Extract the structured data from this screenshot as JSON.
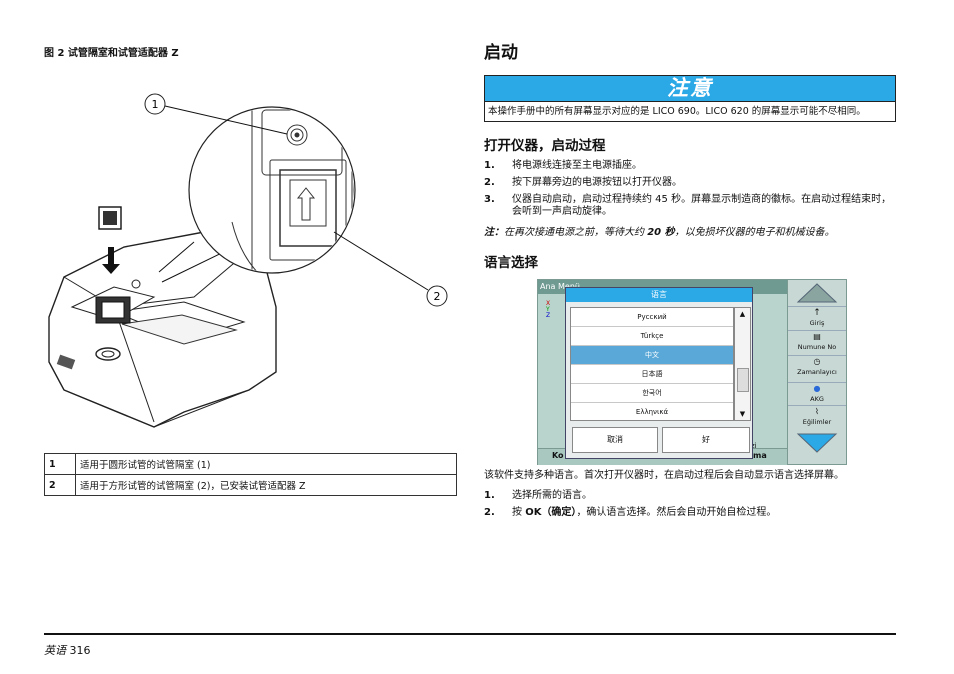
{
  "left": {
    "figure_caption": "图 2 试管隔室和试管适配器 Z",
    "callouts": [
      "1",
      "2"
    ],
    "legend": [
      {
        "num": "1",
        "text": "适用于圆形试管的试管隔室 (1)"
      },
      {
        "num": "2",
        "text": "适用于方形试管的试管隔室 (2)，已安装试管适配器 Z"
      }
    ]
  },
  "right": {
    "title": "启动",
    "notice_title": "注意",
    "notice_text": "本操作手册中的所有屏幕显示对应的是 LICO 690。LICO 620 的屏幕显示可能不尽相同。",
    "section1_title": "打开仪器，启动过程",
    "section1_steps": [
      {
        "n": "1.",
        "text": "将电源线连接至主电源插座。"
      },
      {
        "n": "2.",
        "text": "按下屏幕旁边的电源按钮以打开仪器。"
      },
      {
        "n": "3.",
        "text": "仪器自动启动，启动过程持续约 45 秒。屏幕显示制造商的徽标。在启动过程结束时，会听到一声启动旋律。"
      }
    ],
    "note_label": "注：",
    "note_text": "在再次接通电源之前，等待大约 ",
    "note_bold": "20 秒",
    "note_text2": "，以免损坏仪器的电子和机械设备。",
    "section2_title": "语言选择",
    "para": "该软件支持多种语言。首次打开仪器时，在启动过程后会自动显示语言选择屏幕。",
    "section2_steps": [
      {
        "n": "1.",
        "text": "选择所需的语言。"
      },
      {
        "n": "2.",
        "text_pre": "按 ",
        "text_bold": "OK（确定）",
        "text_post": "，确认语言选择。然后会自动开始自检过程。"
      }
    ]
  },
  "screen": {
    "bg_title": "Ana Menü",
    "dialog_title": "语言",
    "languages": [
      "Русский",
      "Türkçe",
      "中文",
      "日本語",
      "한국어",
      "Ελληνικά"
    ],
    "selected_index": 2,
    "cancel_label": "取消",
    "ok_label": "好",
    "side_items": [
      "Giriş",
      "Numune No",
      "Zamanlayıcı",
      "AKG",
      "Eğilimler"
    ],
    "bg_bottom_left": "Ko",
    "bg_bottom_right": "ma",
    "bg_zi": "zi",
    "colors": {
      "accent": "#2ba8e6",
      "selected": "#5aa8d8",
      "panel": "#b8d4cc"
    }
  },
  "footer": {
    "lang": "英语",
    "page": "316"
  }
}
